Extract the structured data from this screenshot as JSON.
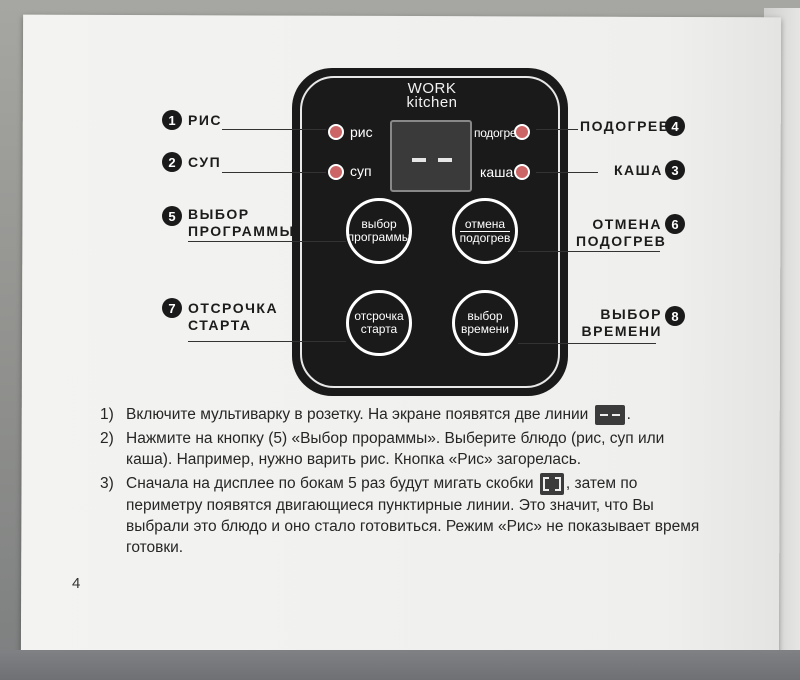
{
  "panel": {
    "brand_line1": "WORK",
    "brand_line2": "kitchen",
    "display_dashes": "- -",
    "leds": {
      "rice": "рис",
      "soup": "суп",
      "heating": "подогрев",
      "porridge": "каша"
    },
    "buttons": {
      "program_select": [
        "выбор",
        "программы"
      ],
      "cancel_heating": [
        "отмена",
        "подогрев"
      ],
      "delay_start": [
        "отсрочка",
        "старта"
      ],
      "time_select": [
        "выбор",
        "времени"
      ]
    }
  },
  "callouts": [
    {
      "num": "1",
      "label": "РИС"
    },
    {
      "num": "2",
      "label": "СУП"
    },
    {
      "num": "5",
      "label": "ВЫБОР ПРОГРАММЫ"
    },
    {
      "num": "7",
      "label": "ОТСРОЧКА СТАРТА"
    },
    {
      "num": "4",
      "label": "ПОДОГРЕВ"
    },
    {
      "num": "3",
      "label": "КАША"
    },
    {
      "num": "6",
      "label": "ОТМЕНА ПОДОГРЕВ"
    },
    {
      "num": "8",
      "label": "ВЫБОР ВРЕМЕНИ"
    }
  ],
  "callout_lines": {
    "c5": [
      "ВЫБОР",
      "ПРОГРАММЫ"
    ],
    "c7": [
      "ОТСРОЧКА",
      "СТАРТА"
    ],
    "c6": [
      "ОТМЕНА",
      "ПОДОГРЕВ"
    ],
    "c8": [
      "ВЫБОР",
      "ВРЕМЕНИ"
    ]
  },
  "instructions": [
    {
      "idx": "1)",
      "text_before": "Включите мультиварку в розетку. На экране появятся две линии",
      "icon": "dash-display-icon",
      "text_after": "."
    },
    {
      "idx": "2)",
      "text": "Нажмите на кнопку (5) «Выбор прораммы». Выберите блюдо (рис, суп или каша). Например, нужно варить рис. Кнопка «Рис» загорелась."
    },
    {
      "idx": "3)",
      "text_before": "Сначала на дисплее по бокам 5 раз будут мигать скобки",
      "icon": "bracket-display-icon",
      "text_after": ", затем по периметру появятся двигающиеся пунктирные линии. Это значит, что Вы выбрали это блюдо и оно стало готовиться. Режим «Рис» не показывает время готовки."
    }
  ],
  "page_number": "4",
  "colors": {
    "panel": "#1a1a1a",
    "led": "#cc6666",
    "paper": "#f0f0ee",
    "ink": "#262626"
  }
}
